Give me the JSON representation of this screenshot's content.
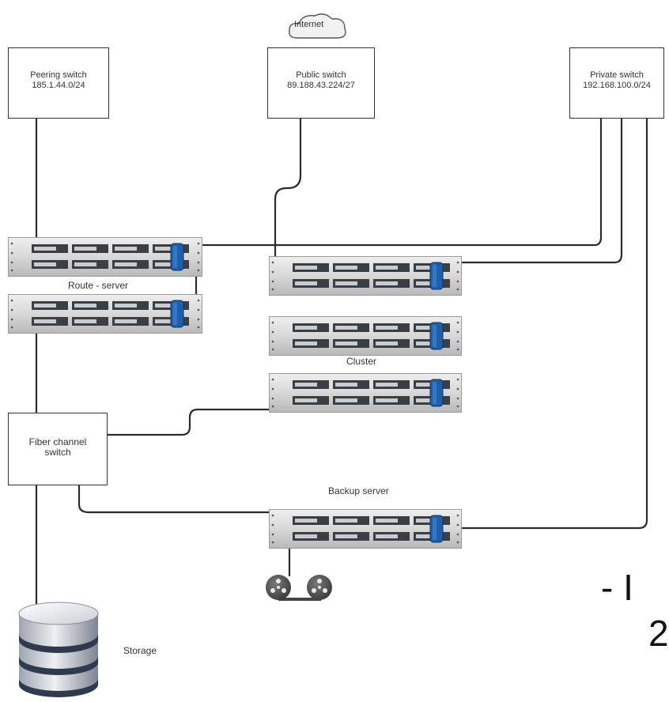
{
  "colors": {
    "line": "#2b2b2b",
    "server_body": "#d8d8d8",
    "server_edge": "#9a9a9a",
    "drive": "#3b3f44",
    "status_led": "#1d5fa8",
    "storage_band": "#2f3a4f"
  },
  "cloud": {
    "label": "Internet"
  },
  "switches": {
    "peering": {
      "name": "Peering switch",
      "subnet": "185.1.44.0/24"
    },
    "public": {
      "name": "Public switch",
      "subnet": "89.188.43.224/27"
    },
    "private": {
      "name": "Private switch",
      "subnet": "192.168.100.0/24"
    }
  },
  "labels": {
    "route_server": "Route - server",
    "cluster": "Cluster",
    "backup_server": "Backup server",
    "storage": "Storage"
  },
  "fiber_switch": {
    "line1": "Fiber channel",
    "line2": "switch"
  },
  "cut_off_text": {
    "line1": "- I",
    "line2": "2"
  },
  "icons": {
    "tape": "tape-reels-icon",
    "storage": "database-storage-icon",
    "cloud": "cloud-icon",
    "server": "rack-server-icon"
  }
}
